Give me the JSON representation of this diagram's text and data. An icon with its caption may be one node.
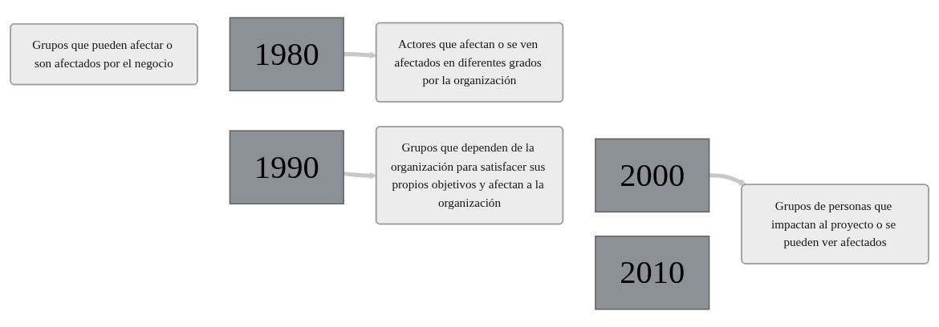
{
  "diagram": {
    "nodes": [
      {
        "text": [
          "Grupos que pueden afectar o son afectados por el negocio"
        ]
      },
      {
        "text": [
          "1980"
        ]
      },
      {
        "text": [
          "1990"
        ]
      },
      {
        "text": [
          "Actores que afectan o se ven afectados en diferentes grados por la organización"
        ]
      },
      {
        "text": [
          "Grupos que dependen de la organización para satisfacer sus propios objetivos y afectan a la organización"
        ]
      },
      {
        "text": [
          "2000"
        ]
      },
      {
        "text": [
          "2010"
        ]
      },
      {
        "text": [
          "Grupos de personas que impactan al proyecto o se pueden ver afectados"
        ]
      }
    ],
    "edges": [
      {
        "from": 1,
        "to": 3,
        "arrow": "to"
      },
      {
        "from": 2,
        "to": 4,
        "arrow": "to"
      },
      {
        "from": 5,
        "to": 7,
        "arrow": "to"
      }
    ]
  }
}
